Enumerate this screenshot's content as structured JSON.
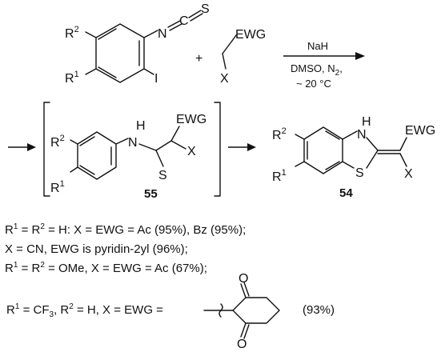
{
  "scheme": {
    "reactant1": {
      "atoms": {
        "N": "N",
        "C": "C",
        "S": "S",
        "R2": "R",
        "R2_sup": "2",
        "R1": "R",
        "R1_sup": "1",
        "I": "I"
      }
    },
    "plus": "+",
    "reactant2": {
      "EWG": "EWG",
      "X": "X"
    },
    "conditions": {
      "line1": "NaH",
      "line2": "DMSO, N",
      "line2_sub": "2",
      "line2_end": ",",
      "line3": "~ 20 °C"
    },
    "intermediate": {
      "label": "55",
      "atoms": {
        "R2": "R",
        "R2_sup": "2",
        "R1": "R",
        "R1_sup": "1",
        "N": "N",
        "H": "H",
        "S": "S",
        "EWG": "EWG",
        "X": "X"
      }
    },
    "product": {
      "label": "54",
      "atoms": {
        "R2": "R",
        "R2_sup": "2",
        "R1": "R",
        "R1_sup": "1",
        "N": "N",
        "H": "H",
        "S": "S",
        "EWG": "EWG",
        "X": "X"
      }
    }
  },
  "notes": {
    "l1_a": "R",
    "l1_a_sup": "1",
    "l1_b": " = R",
    "l1_b_sup": "2",
    "l1_c": " = H: X =  EWG = Ac (95%),  Bz (95%);",
    "l2": "X = CN, EWG is pyridin-2yl (96%);",
    "l3_a": "R",
    "l3_a_sup": "1",
    "l3_b": " = R",
    "l3_b_sup": "2",
    "l3_c": " = OMe, X =  EWG = Ac (67%);",
    "l4_a": "R",
    "l4_a_sup": "1",
    "l4_b": " = CF",
    "l4_b_sub": "3",
    "l4_c": ", R",
    "l4_c_sup": "2",
    "l4_d": " = H, X = EWG =",
    "l4_yield": "(93%)",
    "l4_O_top": "O",
    "l4_O_bottom": "O"
  }
}
